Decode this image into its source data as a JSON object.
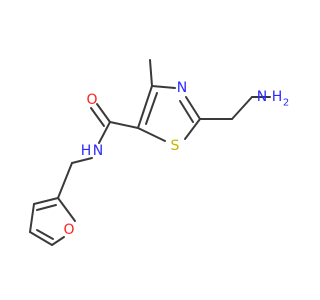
{
  "molecule": {
    "atoms": {
      "amine_n": {
        "text": "N",
        "color": "#2a2aff"
      },
      "amine_h2": {
        "text": "H",
        "color": "#2a2aff"
      },
      "amine_h2_sub": {
        "text": "2",
        "color": "#2a2aff"
      },
      "thiazole_n": {
        "text": "N",
        "color": "#2a2aff"
      },
      "thiazole_s": {
        "text": "S",
        "color": "#c8b400"
      },
      "carbonyl_o": {
        "text": "O",
        "color": "#ff2020"
      },
      "amide_n": {
        "text": "N",
        "color": "#2a2aff"
      },
      "amide_h": {
        "text": "H",
        "color": "#2a2aff"
      },
      "furan_o": {
        "text": "O",
        "color": "#ff2020"
      }
    },
    "bond_color": "#3a3a3a"
  }
}
